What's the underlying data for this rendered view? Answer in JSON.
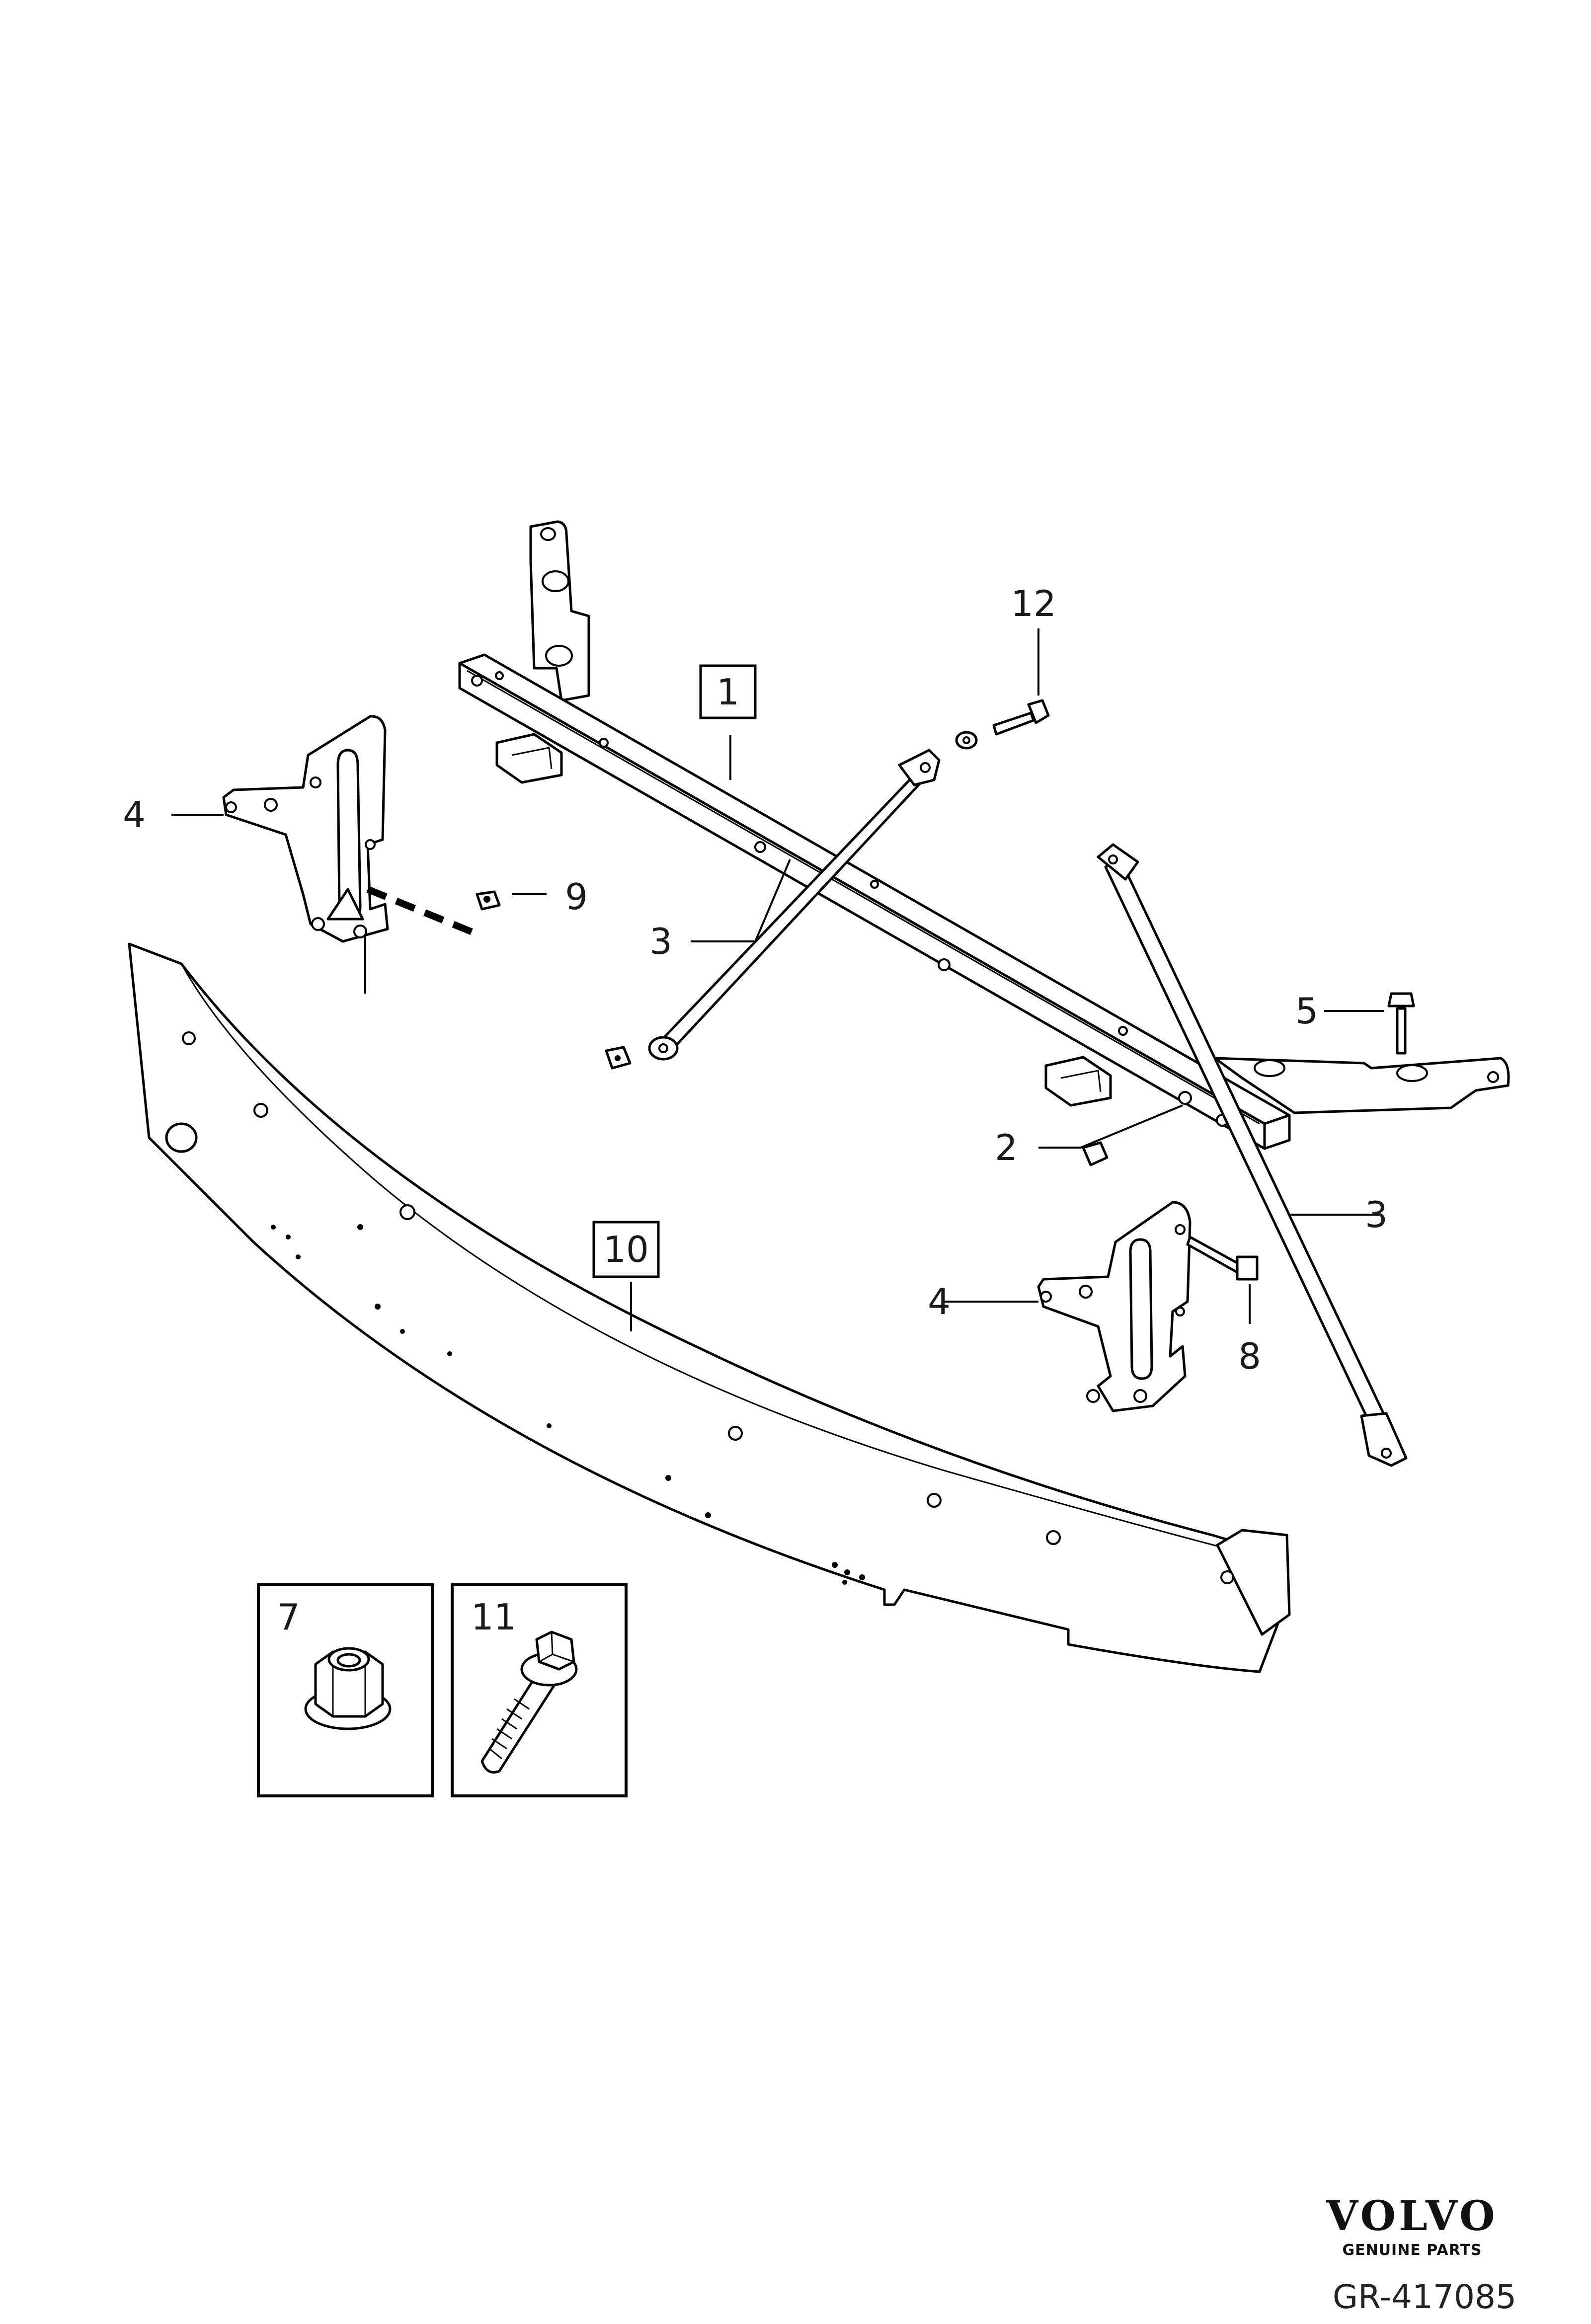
{
  "callouts": {
    "c1": "1",
    "c2": "2",
    "c3a": "3",
    "c3b": "3",
    "c4a": "4",
    "c4b": "4",
    "c5": "5",
    "c7": "7",
    "c8": "8",
    "c9": "9",
    "c10": "10",
    "c11": "11",
    "c12": "12"
  },
  "brand": {
    "name": "VOLVO",
    "subtitle": "GENUINE PARTS"
  },
  "reference": "GR-417085"
}
